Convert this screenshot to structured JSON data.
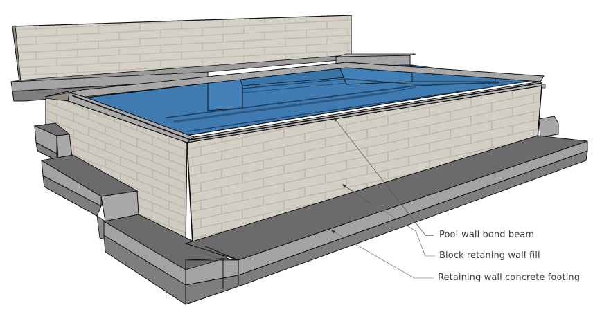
{
  "diagram": {
    "type": "3d-construction-model",
    "subject": "Raised pool with block retaining walls on concrete footings",
    "colors": {
      "block": "#d4cfc4",
      "block_joint": "#b9b3a6",
      "pool_water": "#3f7bb1",
      "pool_water_dark": "#356c9e",
      "coping": "#a9a9a9",
      "footing_top": "#6b6b6b",
      "footing_side_light": "#a3a3a3",
      "footing_side_dark": "#7e7e7e",
      "edge": "#111111",
      "leader": "#555555"
    },
    "callouts": [
      {
        "id": "bond-beam",
        "text": "Pool-wall bond beam"
      },
      {
        "id": "wall-fill",
        "text": "Block retaning wall fill"
      },
      {
        "id": "footing",
        "text": "Retaining wall concrete footing"
      }
    ]
  }
}
